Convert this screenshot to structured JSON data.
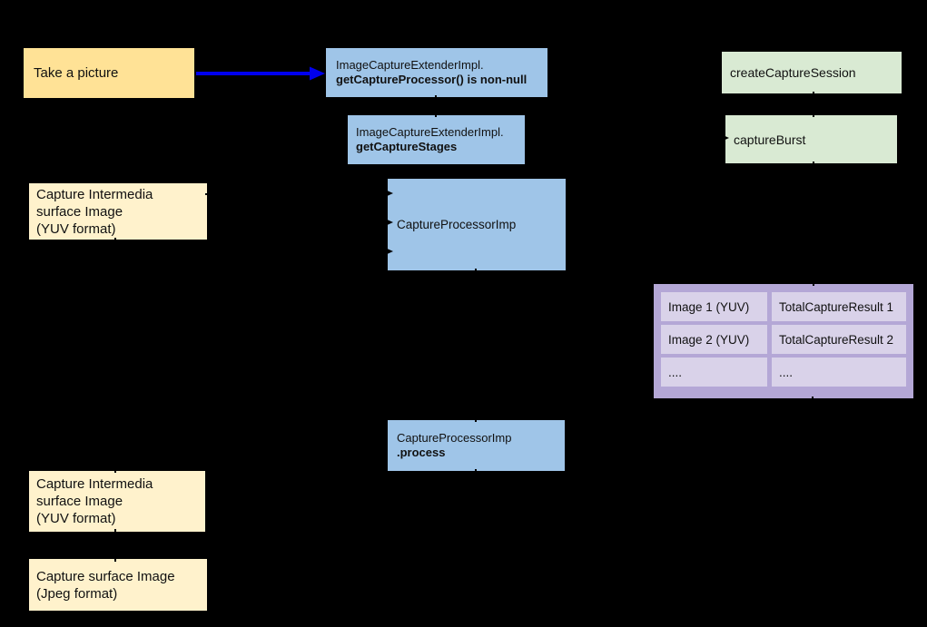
{
  "palette": {
    "background": "#000000",
    "yellow_node": "#ffe296",
    "cream_node": "#fff2cc",
    "blue_node": "#9fc5e8",
    "green_node": "#d9ead3",
    "table_container": "#b4a7d6",
    "table_cell": "#d9d2e9",
    "arrow_blue": "#0000ee",
    "connector_black": "#000000",
    "text": "#111111"
  },
  "nodes": {
    "take_a_picture": {
      "label": "Take a picture"
    },
    "get_capture_processor": {
      "line1": "ImageCaptureExtenderImpl.",
      "line2": "getCaptureProcessor() is non-null"
    },
    "get_capture_stages": {
      "line1": "ImageCaptureExtenderImpl.",
      "line2": "getCaptureStages"
    },
    "create_capture_session": {
      "label": "createCaptureSession"
    },
    "capture_burst": {
      "label": "captureBurst"
    },
    "capture_intermedia_top": {
      "label": "Capture Intermedia\nsurface Image\n(YUV format)"
    },
    "capture_processor_imp": {
      "label": "CaptureProcessorImp"
    },
    "capture_processor_process": {
      "line1": "CaptureProcessorImp",
      "line2": ".process"
    },
    "capture_intermedia_bottom": {
      "label": "Capture Intermedia\nsurface Image\n(YUV format)"
    },
    "capture_surface_jpeg": {
      "label": "Capture surface Image\n(Jpeg format)"
    }
  },
  "result_table": {
    "rows": [
      [
        "Image 1 (YUV)",
        "TotalCaptureResult 1"
      ],
      [
        "Image 2 (YUV)",
        "TotalCaptureResult 2"
      ],
      [
        "....",
        "...."
      ]
    ]
  }
}
